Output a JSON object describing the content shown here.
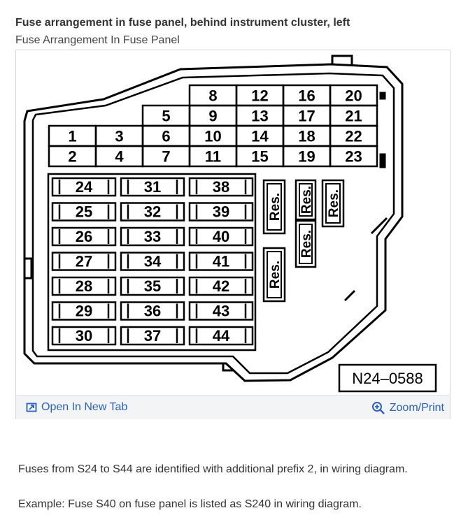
{
  "heading": {
    "title": "Fuse arrangement in fuse panel, behind instrument cluster, left",
    "subtitle": "Fuse Arrangement In Fuse Panel"
  },
  "diagram": {
    "code_label": "N24–0588",
    "upper_fuses": {
      "row1": [
        "8",
        "12",
        "16",
        "20"
      ],
      "row2": [
        "5",
        "9",
        "13",
        "17",
        "21"
      ],
      "row3": [
        "1",
        "3",
        "6",
        "10",
        "14",
        "18",
        "22"
      ],
      "row4": [
        "2",
        "4",
        "7",
        "11",
        "15",
        "19",
        "23"
      ]
    },
    "relay_columns": [
      [
        "24",
        "25",
        "26",
        "27",
        "28",
        "29",
        "30"
      ],
      [
        "31",
        "32",
        "33",
        "34",
        "35",
        "36",
        "37"
      ],
      [
        "38",
        "39",
        "40",
        "41",
        "42",
        "43",
        "44"
      ]
    ],
    "reserve_label": "Res."
  },
  "toolbar": {
    "open_label": "Open In New Tab",
    "open_icon": "open-new-tab-icon",
    "zoom_label": "Zoom/Print",
    "zoom_icon": "zoom-icon",
    "link_color": "#2a62b7"
  },
  "notes": [
    "Fuses from S24 to S44 are identified with additional prefix 2, in wiring diagram.",
    "Example: Fuse S40 on fuse panel is listed as S240 in wiring diagram."
  ]
}
